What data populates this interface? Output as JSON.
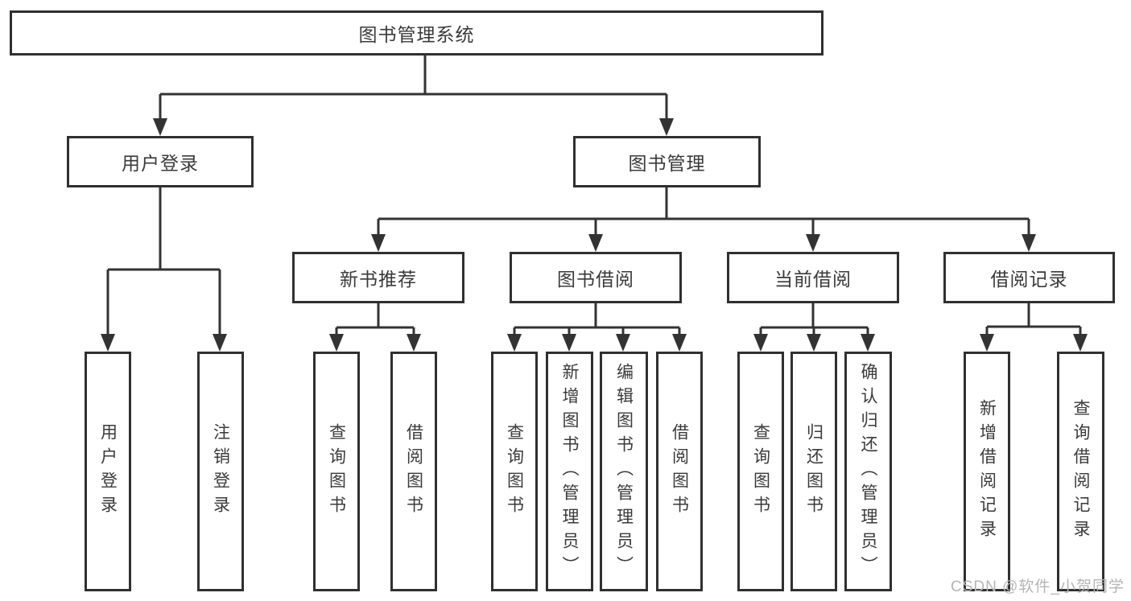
{
  "colors": {
    "line": "#333333",
    "box_border": "#303030",
    "text": "#3a3a3a",
    "watermark": "#b5b5b5",
    "background": "#ffffff"
  },
  "watermark": {
    "text": "CSDN @软件_小贺同学"
  },
  "tree": {
    "label": "图书管理系统",
    "children": [
      {
        "label": "用户登录",
        "children": [
          {
            "label": "用户登录"
          },
          {
            "label": "注销登录"
          }
        ]
      },
      {
        "label": "图书管理",
        "children": [
          {
            "label": "新书推荐",
            "children": [
              {
                "label": "查询图书"
              },
              {
                "label": "借阅图书"
              }
            ]
          },
          {
            "label": "图书借阅",
            "children": [
              {
                "label": "查询图书"
              },
              {
                "label": "新增图书（管理员）"
              },
              {
                "label": "编辑图书（管理员）"
              },
              {
                "label": "借阅图书"
              }
            ]
          },
          {
            "label": "当前借阅",
            "children": [
              {
                "label": "查询图书"
              },
              {
                "label": "归还图书"
              },
              {
                "label": "确认归还（管理员）"
              }
            ]
          },
          {
            "label": "借阅记录",
            "children": [
              {
                "label": "新增借阅记录"
              },
              {
                "label": "查询借阅记录"
              }
            ]
          }
        ]
      }
    ]
  }
}
